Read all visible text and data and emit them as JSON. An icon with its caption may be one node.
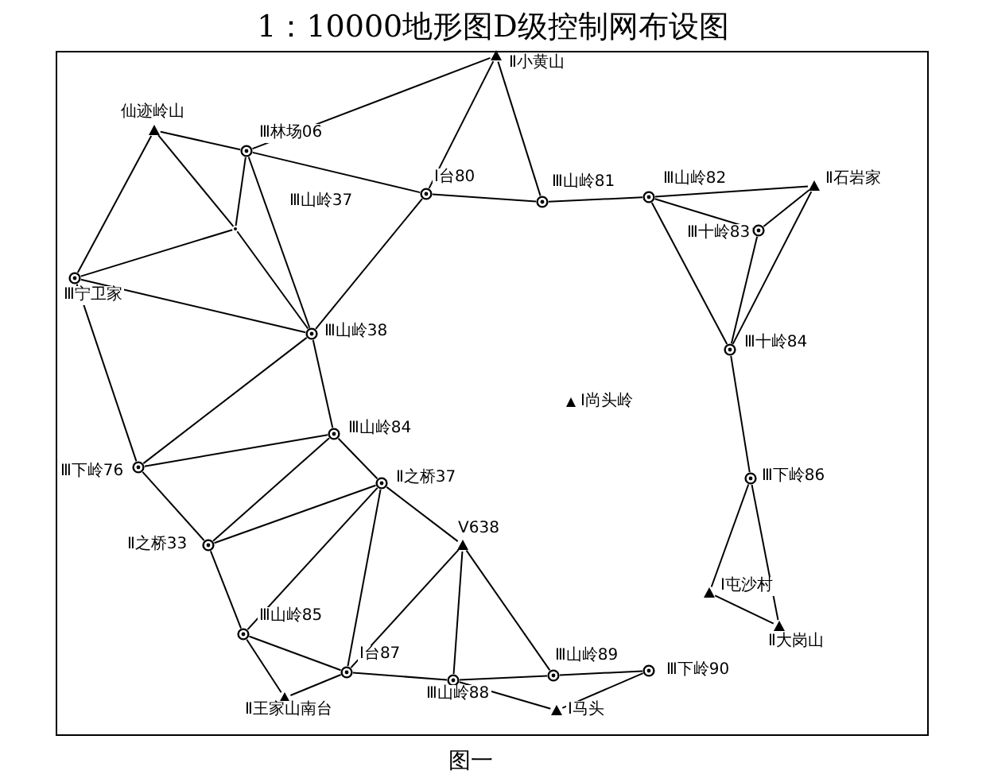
{
  "diagram": {
    "title": "1：10000地形图D级控制网布设图",
    "caption": "图一",
    "nodes": [
      {
        "text": [
          "仙迹岭山"
        ]
      },
      {
        "text": [
          "Ⅲ林场06"
        ]
      },
      {
        "text": [],
        "shape": "point"
      },
      {
        "text": [
          "Ⅲ宁卫家"
        ]
      },
      {
        "text": [
          "Ⅲ山岭38"
        ]
      },
      {
        "text": [
          "Ⅰ台80"
        ]
      },
      {
        "text": [
          "Ⅱ小黄山"
        ]
      },
      {
        "text": [
          "Ⅲ山岭81"
        ]
      },
      {
        "text": [
          "Ⅲ山岭82"
        ]
      },
      {
        "text": [
          "Ⅱ石岩家"
        ]
      },
      {
        "text": [
          "Ⅲ十岭83"
        ]
      },
      {
        "text": [
          "Ⅲ十岭84"
        ]
      },
      {
        "text": [
          "Ⅲ下岭86"
        ]
      },
      {
        "text": [
          "Ⅰ屯沙村"
        ]
      },
      {
        "text": [
          "Ⅱ大岗山"
        ]
      },
      {
        "text": [
          "Ⅲ山岭84"
        ]
      },
      {
        "text": [
          "Ⅲ下岭76"
        ]
      },
      {
        "text": [
          "Ⅱ之桥37"
        ]
      },
      {
        "text": [
          "Ⅱ之桥33"
        ]
      },
      {
        "text": [
          "Ⅴ638"
        ]
      },
      {
        "text": [
          "Ⅲ山岭85"
        ]
      },
      {
        "text": [
          "Ⅰ台87"
        ]
      },
      {
        "text": [
          "Ⅲ山岭88"
        ]
      },
      {
        "text": [
          "Ⅱ王家山南台"
        ]
      },
      {
        "text": [
          "Ⅲ山岭89"
        ]
      },
      {
        "text": [
          "Ⅲ下岭90"
        ]
      },
      {
        "text": [
          "Ⅰ马头"
        ]
      }
    ],
    "edges": [
      {
        "from": 0,
        "to": 1,
        "arrow": "none"
      },
      {
        "from": 0,
        "to": 3,
        "arrow": "none"
      },
      {
        "from": 0,
        "to": 2,
        "arrow": "none"
      },
      {
        "from": 2,
        "to": 4,
        "arrow": "none"
      },
      {
        "from": 1,
        "to": 2,
        "arrow": "none"
      },
      {
        "from": 2,
        "to": 3,
        "arrow": "none"
      },
      {
        "from": 1,
        "to": 4,
        "arrow": "none"
      },
      {
        "from": 1,
        "to": 6,
        "arrow": "none"
      },
      {
        "from": 1,
        "to": 5,
        "arrow": "none"
      },
      {
        "from": 3,
        "to": 4,
        "arrow": "none"
      },
      {
        "from": 3,
        "to": 16,
        "arrow": "none"
      },
      {
        "from": 5,
        "to": 6,
        "arrow": "none"
      },
      {
        "from": 5,
        "to": 7,
        "arrow": "none"
      },
      {
        "from": 5,
        "to": 4,
        "arrow": "none"
      },
      {
        "from": 6,
        "to": 7,
        "arrow": "none"
      },
      {
        "from": 7,
        "to": 8,
        "arrow": "none"
      },
      {
        "from": 8,
        "to": 9,
        "arrow": "none"
      },
      {
        "from": 8,
        "to": 10,
        "arrow": "none"
      },
      {
        "from": 8,
        "to": 11,
        "arrow": "none"
      },
      {
        "from": 9,
        "to": 10,
        "arrow": "none"
      },
      {
        "from": 9,
        "to": 11,
        "arrow": "none"
      },
      {
        "from": 10,
        "to": 11,
        "arrow": "none"
      },
      {
        "from": 11,
        "to": 12,
        "arrow": "none"
      },
      {
        "from": 12,
        "to": 13,
        "arrow": "none"
      },
      {
        "from": 12,
        "to": 14,
        "arrow": "none"
      },
      {
        "from": 13,
        "to": 14,
        "arrow": "none"
      },
      {
        "from": 4,
        "to": 16,
        "arrow": "none"
      },
      {
        "from": 4,
        "to": 15,
        "arrow": "none"
      },
      {
        "from": 16,
        "to": 15,
        "arrow": "none"
      },
      {
        "from": 16,
        "to": 18,
        "arrow": "none"
      },
      {
        "from": 15,
        "to": 18,
        "arrow": "none"
      },
      {
        "from": 15,
        "to": 17,
        "arrow": "none"
      },
      {
        "from": 17,
        "to": 18,
        "arrow": "none"
      },
      {
        "from": 17,
        "to": 20,
        "arrow": "none"
      },
      {
        "from": 17,
        "to": 21,
        "arrow": "none"
      },
      {
        "from": 17,
        "to": 19,
        "arrow": "none"
      },
      {
        "from": 18,
        "to": 20,
        "arrow": "none"
      },
      {
        "from": 20,
        "to": 21,
        "arrow": "none"
      },
      {
        "from": 20,
        "to": 23,
        "arrow": "none"
      },
      {
        "from": 23,
        "to": 21,
        "arrow": "none"
      },
      {
        "from": 21,
        "to": 19,
        "arrow": "none"
      },
      {
        "from": 21,
        "to": 22,
        "arrow": "none"
      },
      {
        "from": 19,
        "to": 22,
        "arrow": "none"
      },
      {
        "from": 19,
        "to": 24,
        "arrow": "none"
      },
      {
        "from": 22,
        "to": 24,
        "arrow": "none"
      },
      {
        "from": 22,
        "to": 26,
        "arrow": "none"
      },
      {
        "from": 24,
        "to": 25,
        "arrow": "none"
      },
      {
        "from": 26,
        "to": 25,
        "arrow": "none"
      }
    ],
    "labels": [
      "Ⅲ山岭37",
      "Ⅰ尚头岭"
    ]
  }
}
